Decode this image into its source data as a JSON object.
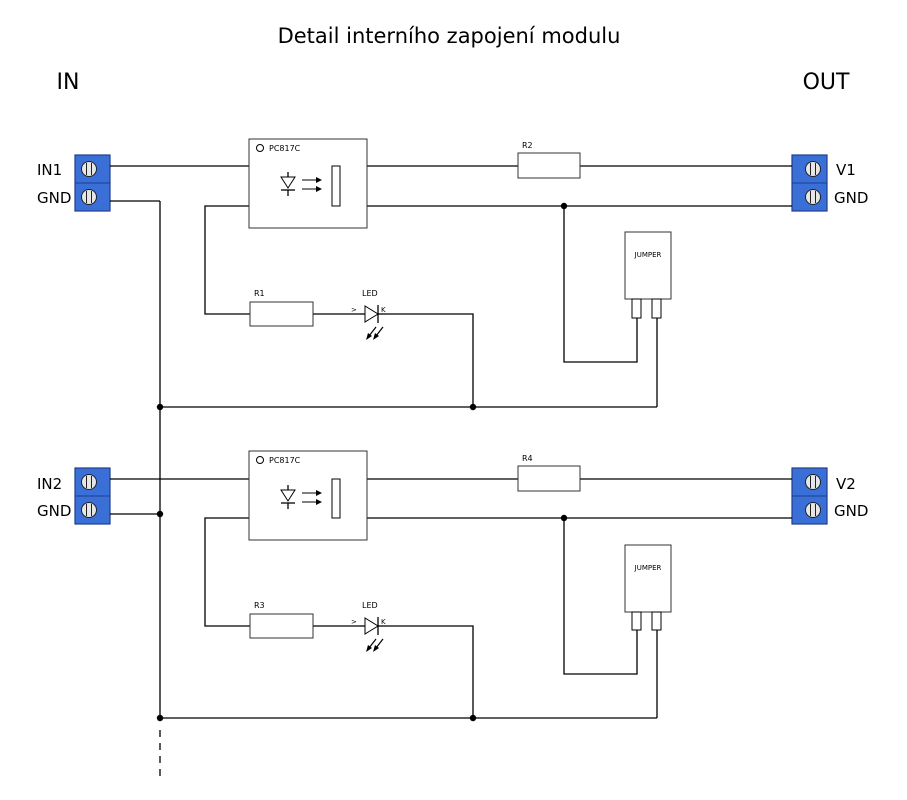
{
  "title": "Detail interního zapojení modulu",
  "in_label": "IN",
  "out_label": "OUT",
  "channels": [
    {
      "in_pin": "IN1",
      "in_gnd": "GND",
      "out_pin": "V1",
      "out_gnd": "GND",
      "optocoupler": "PC817C",
      "resistor_in": "R1",
      "resistor_out": "R2",
      "led": "LED",
      "led_anode": ">",
      "led_cathode": "K",
      "jumper": "JUMPER"
    },
    {
      "in_pin": "IN2",
      "in_gnd": "GND",
      "out_pin": "V2",
      "out_gnd": "GND",
      "optocoupler": "PC817C",
      "resistor_in": "R3",
      "resistor_out": "R4",
      "led": "LED",
      "led_anode": ">",
      "led_cathode": "K",
      "jumper": "JUMPER"
    }
  ],
  "colors": {
    "terminal_block": "#3a6fd8",
    "terminal_screw": "#e6e6e6",
    "wire": "#000000"
  },
  "icons": [
    "screw-terminal-icon",
    "optocoupler-icon",
    "resistor-icon",
    "led-icon",
    "jumper-icon"
  ]
}
